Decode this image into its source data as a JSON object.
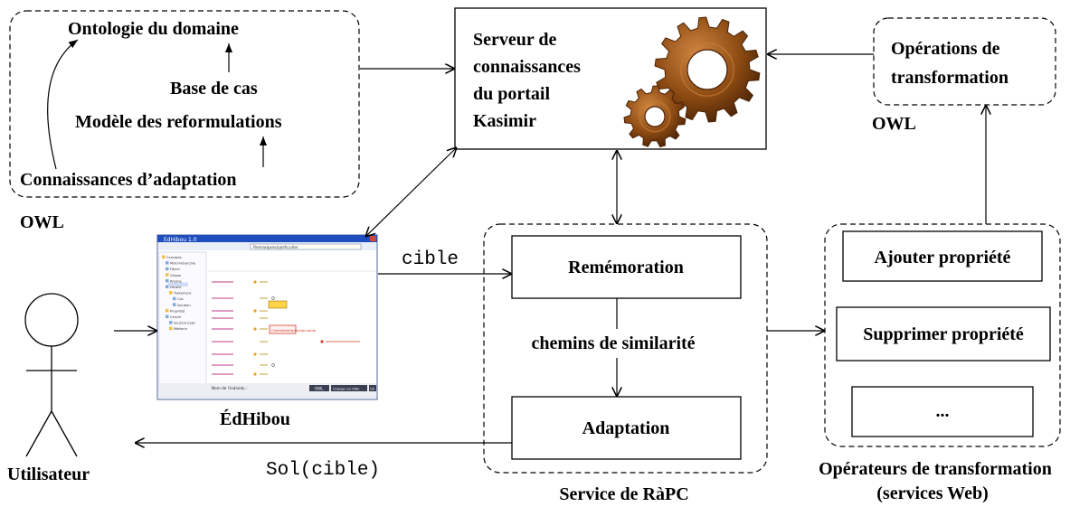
{
  "ontology_group": {
    "title": "Ontologie du domaine",
    "items": [
      "Base de cas",
      "Modèle des reformulations",
      "Connaissances d’adaptation"
    ],
    "format": "OWL"
  },
  "server": {
    "lines": [
      "Serveur de",
      "connaissances",
      "du portail",
      "Kasimir"
    ]
  },
  "transform_ops": {
    "lines": [
      "Opérations de",
      "transformation"
    ],
    "format": "OWL"
  },
  "editor": {
    "label": "ÉdHibou",
    "window_title": "EdHibou 1.0",
    "field_value": "Remarques/particulier",
    "tree_items": [
      "Concepts",
      "Multi-hiérarchie",
      "Fièvre",
      "Grippe",
      "Rhume",
      "Patient",
      "Traitement",
      "Cas",
      "Solution",
      "Propriété",
      "Cancer",
      "SousConcept",
      "Médecin"
    ],
    "form_button": "Chimiothérapie/adjuvante",
    "status": "Nom de l'individu :",
    "buttons": [
      "OWL",
      "Charger en OWL",
      "Ok"
    ]
  },
  "user": {
    "label": "Utilisateur"
  },
  "rapc_service": {
    "caption": "Service de RàPC",
    "retrieval": "Remémoration",
    "paths": "chemins de similarité",
    "adaptation": "Adaptation"
  },
  "operators": {
    "items": [
      "Ajouter propriété",
      "Supprimer propriété",
      "..."
    ],
    "caption_line1": "Opérateurs de transformation",
    "caption_line2": "(services Web)"
  },
  "flows": {
    "target": "cible",
    "solution": "Sol(cible)"
  },
  "colors": {
    "gear": "#8b4a12",
    "gear_dark": "#4a2206",
    "gear_light": "#c77a35",
    "editor_title": "#1f4fbf"
  }
}
